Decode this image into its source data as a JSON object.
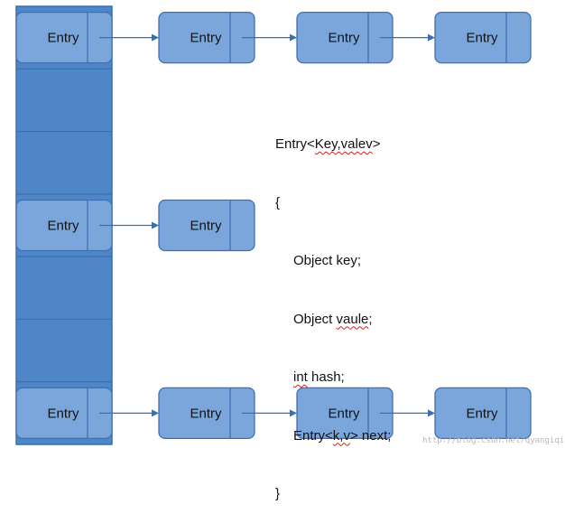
{
  "colors": {
    "bucket_fill": "#4e86c8",
    "bucket_border": "#3a6fb0",
    "node_fill": "#7aa6dc",
    "node_border": "#3f6fb4",
    "arrow": "#3a6fb0"
  },
  "entry_label": "Entry",
  "bucket_rows": [
    {
      "entries": [
        "Entry",
        "Entry",
        "Entry",
        "Entry"
      ]
    },
    {
      "entries": []
    },
    {
      "entries": []
    },
    {
      "entries": [
        "Entry",
        "Entry"
      ]
    },
    {
      "entries": []
    },
    {
      "entries": []
    },
    {
      "entries": [
        "Entry",
        "Entry",
        "Entry",
        "Entry"
      ]
    }
  ],
  "code": {
    "line1_prefix": "Entry<",
    "line1_key": "Key,valev",
    "line1_suffix": ">",
    "open_brace": "{",
    "field1": "Object key;",
    "field2_prefix": "Object ",
    "field2_word": "vaule",
    "field2_suffix": ";",
    "field3_word": "int",
    "field3_suffix": " hash;",
    "field4_prefix": "Entry<",
    "field4_word": "k,v",
    "field4_suffix": "> next;",
    "close_brace": "}"
  },
  "watermark": "http://blog.csdn.net/qyangiqing"
}
